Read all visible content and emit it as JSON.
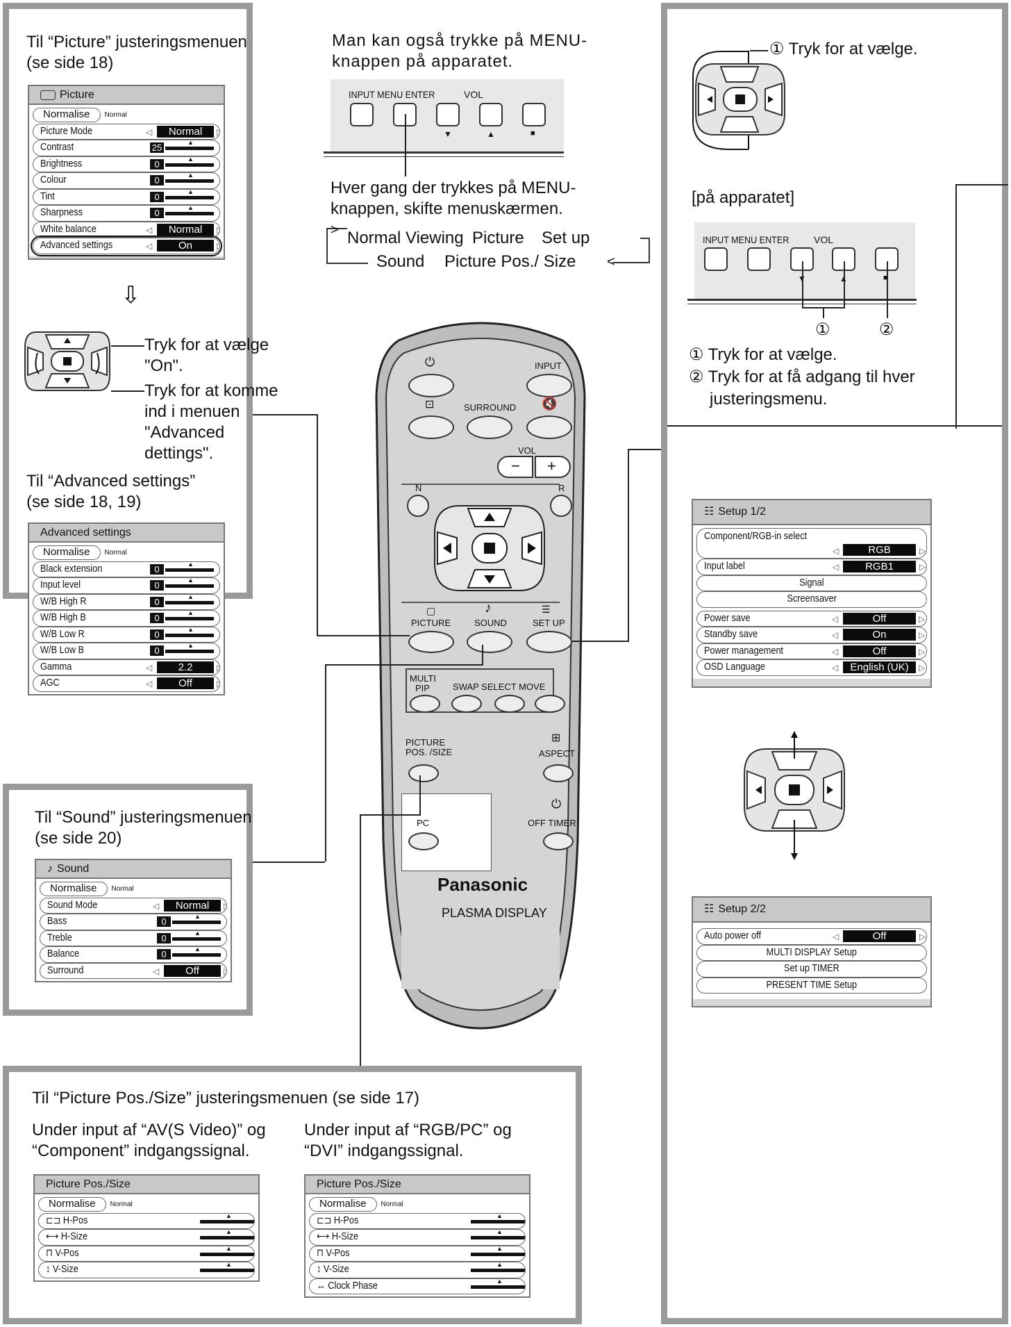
{
  "top_center": {
    "note": "Man kan også trykke på MENU-",
    "note2": "knappen på apparatet.",
    "keys_label": "INPUT MENU ENTER",
    "vol_label": "VOL",
    "caption1": "Hver gang der trykkes på MENU-",
    "caption2": "knappen, skifte menuskærmen.",
    "cycle1": "Normal Viewing",
    "cycle2": "Picture",
    "cycle3": "Set up",
    "cycle4": "Sound",
    "cycle5": "Picture Pos./ Size"
  },
  "picture_panel": {
    "heading1": "Til “Picture” justeringsmenuen",
    "heading2": "(se side 18)",
    "osd_title": "Picture",
    "normalise": "Normalise",
    "normal_small": "Normal",
    "rows": [
      {
        "label": "Picture Mode",
        "value": "Normal"
      },
      {
        "label": "Contrast",
        "value": "25"
      },
      {
        "label": "Brightness",
        "value": "0"
      },
      {
        "label": "Colour",
        "value": "0"
      },
      {
        "label": "Tint",
        "value": "0"
      },
      {
        "label": "Sharpness",
        "value": "0"
      },
      {
        "label": "White balance",
        "value": "Normal"
      },
      {
        "label": "Advanced settings",
        "value": "On"
      }
    ],
    "tryk1": "Tryk for at vælge",
    "tryk1b": "\"On\".",
    "tryk2": "Tryk for at komme",
    "tryk2b": "ind i menuen",
    "tryk2c": "\"Advanced",
    "tryk2d": "dettings\".",
    "adv_heading1": "Til “Advanced settings”",
    "adv_heading2": "(se side 18, 19)"
  },
  "advanced": {
    "osd_title": "Advanced settings",
    "normalise": "Normalise",
    "normal_small": "Normal",
    "rows": [
      {
        "label": "Black extension",
        "value": "0"
      },
      {
        "label": "Input level",
        "value": "0"
      },
      {
        "label": "W/B High R",
        "value": "0"
      },
      {
        "label": "W/B High B",
        "value": "0"
      },
      {
        "label": "W/B Low R",
        "value": "0"
      },
      {
        "label": "W/B Low B",
        "value": "0"
      },
      {
        "label": "Gamma",
        "value": "2.2"
      },
      {
        "label": "AGC",
        "value": "Off"
      }
    ]
  },
  "sound_panel": {
    "heading1": "Til “Sound” justeringsmenuen",
    "heading2": "(se side 20)",
    "osd_title": "Sound",
    "normalise": "Normalise",
    "normal_small": "Normal",
    "rows": [
      {
        "label": "Sound Mode",
        "value": "Normal"
      },
      {
        "label": "Bass",
        "value": "0"
      },
      {
        "label": "Treble",
        "value": "0"
      },
      {
        "label": "Balance",
        "value": "0"
      },
      {
        "label": "Surround",
        "value": "Off"
      }
    ]
  },
  "pos_panel": {
    "heading": "Til “Picture Pos./Size” justeringsmenuen (se side 17)",
    "left1": "Under input af “AV(S Video)” og",
    "left2": "“Component” indgangssignal.",
    "right1": "Under input af “RGB/PC” og",
    "right2": "“DVI” indgangssignal.",
    "osd_title": "Picture Pos./Size",
    "normalise": "Normalise",
    "normal_small": "Normal",
    "rows_left": [
      "H-Pos",
      "H-Size",
      "V-Pos",
      "V-Size"
    ],
    "rows_right": [
      "H-Pos",
      "H-Size",
      "V-Pos",
      "V-Size",
      "Clock Phase"
    ]
  },
  "right_panel": {
    "tryk_top": "① Tryk for at vælge.",
    "paa": "[på apparatet]",
    "keys_label": "INPUT MENU ENTER",
    "vol_label": "VOL",
    "mark1": "①",
    "mark2": "②",
    "tryk_a": "① Tryk for at vælge.",
    "tryk_b": "② Tryk for at få adgang til hver",
    "tryk_c": "justeringsmenu.",
    "setup1": {
      "title": "Setup 1/2",
      "component_label": "Component/RGB-in select",
      "component_value": "RGB",
      "input_label": "Input label",
      "input_value": "RGB1",
      "signal": "Signal",
      "screensaver": "Screensaver",
      "rows": [
        {
          "label": "Power save",
          "value": "Off"
        },
        {
          "label": "Standby save",
          "value": "On"
        },
        {
          "label": "Power management",
          "value": "Off"
        },
        {
          "label": "OSD Language",
          "value": "English (UK)"
        }
      ]
    },
    "setup2": {
      "title": "Setup 2/2",
      "auto_label": "Auto power off",
      "auto_value": "Off",
      "items": [
        "MULTI DISPLAY Setup",
        "Set up TIMER",
        "PRESENT TIME Setup"
      ]
    }
  },
  "remote": {
    "input": "INPUT",
    "surround": "SURROUND",
    "vol": "VOL",
    "minus": "−",
    "plus": "+",
    "n": "N",
    "r": "R",
    "picture": "PICTURE",
    "sound": "SOUND",
    "setup": "SET UP",
    "multi": "MULTI",
    "pip": "PIP",
    "swap": "SWAP SELECT MOVE",
    "picpos1": "PICTURE",
    "picpos2": "POS. /SIZE",
    "aspect": "ASPECT",
    "pc": "PC",
    "offtimer": "OFF TIMER",
    "brand": "Panasonic",
    "model": "PLASMA DISPLAY"
  }
}
